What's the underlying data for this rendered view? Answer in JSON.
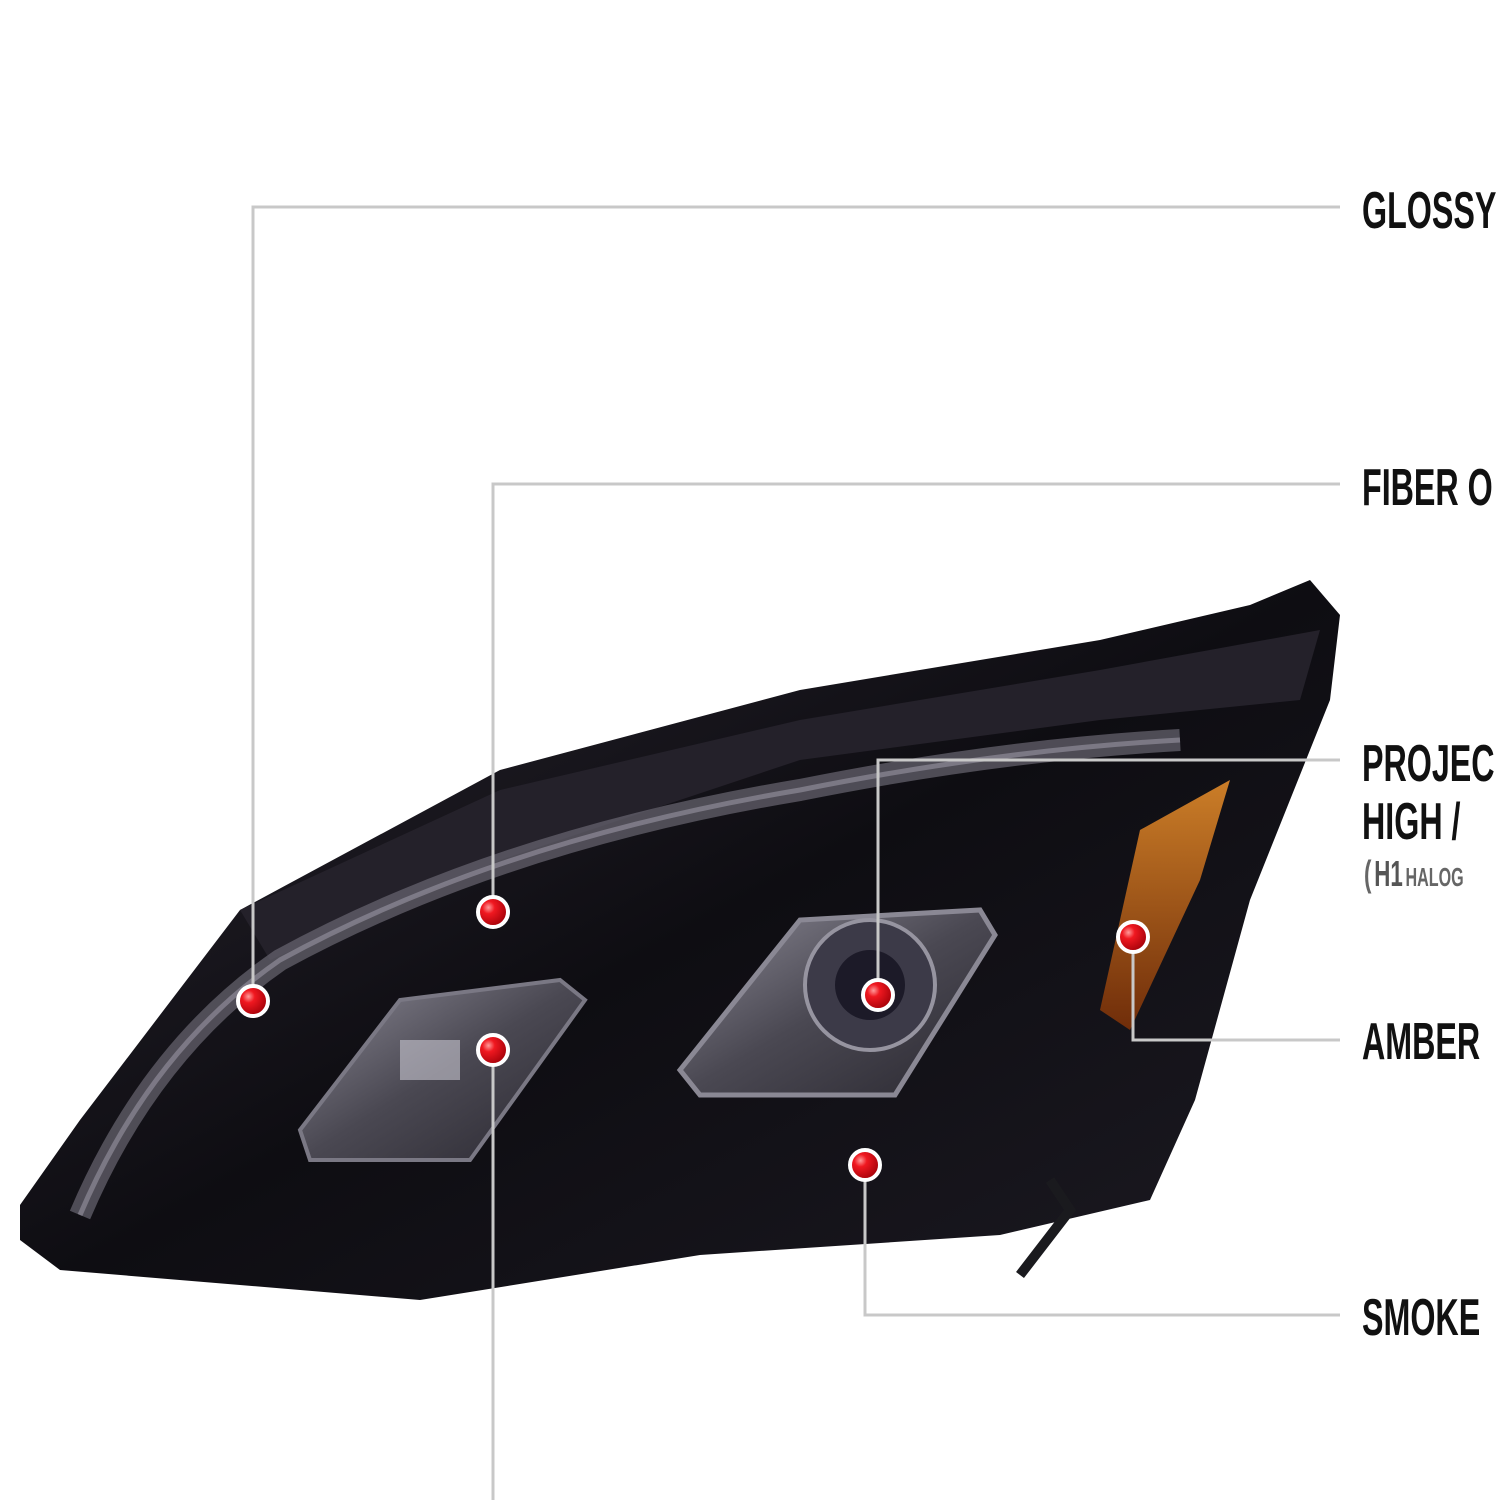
{
  "callouts": [
    {
      "id": "glossy",
      "label": "GLOSSY"
    },
    {
      "id": "fiber",
      "label": "FIBER O"
    },
    {
      "id": "projector",
      "label": "PROJEC",
      "line2": "HIGH /",
      "note_paren": "(",
      "note_bulb": "H1",
      "note_text": "HALOG"
    },
    {
      "id": "amber",
      "label": "AMBER"
    },
    {
      "id": "smoke",
      "label": "SMOKE"
    }
  ],
  "colors": {
    "leader_line": "#c8c8c8",
    "marker": "#e8141c",
    "housing": "#141218",
    "amber": "#c8640c",
    "text": "#111111"
  }
}
